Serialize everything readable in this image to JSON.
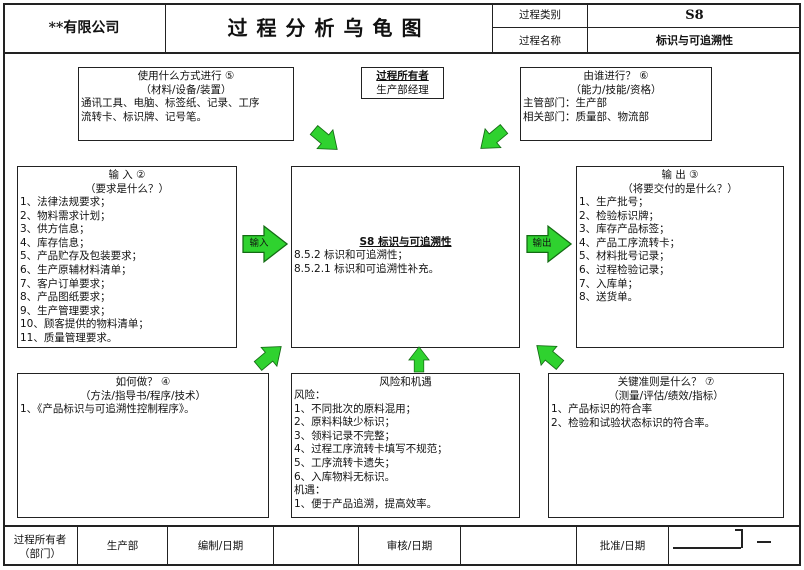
{
  "header": {
    "company": "**有限公司",
    "title": "过程分析乌龟图",
    "process_category_label": "过程类别",
    "process_category_value": "S8",
    "process_name_label": "过程名称",
    "process_name_value": "标识与可追溯性"
  },
  "means": {
    "title": "使用什么方式进行 ⑤",
    "subtitle": "（材料/设备/装置）",
    "lines": [
      "通讯工具、电脑、标签纸、记录、工序",
      "流转卡、标识牌、记号笔。"
    ]
  },
  "owner": {
    "title": "过程所有者",
    "value": "生产部经理"
  },
  "who": {
    "title": "由谁进行？ ⑥",
    "subtitle": "（能力/技能/资格）",
    "lines": [
      "主管部门：生产部",
      "相关部门：质量部、物流部"
    ]
  },
  "input": {
    "title": "输  入 ②",
    "subtitle": "（要求是什么？）",
    "items": [
      "1、法律法规要求；",
      "2、物料需求计划；",
      "3、供方信息；",
      "4、库存信息；",
      "5、产品贮存及包装要求；",
      "6、生产原辅材料清单；",
      "7、客户订单要求；",
      "8、产品图纸要求；",
      "9、生产管理要求；",
      "10、顾客提供的物料清单；",
      "11、质量管理要求。"
    ]
  },
  "center": {
    "title": "S8 标识与可追溯性",
    "lines": [
      "8.5.2 标识和可追溯性；",
      "8.5.2.1 标识和可追溯性补充。"
    ]
  },
  "output": {
    "title": "输  出 ③",
    "subtitle": "（将要交付的是什么？）",
    "items": [
      "1、生产批号；",
      "2、检验标识牌；",
      "3、库存产品标签；",
      "4、产品工序流转卡；",
      "5、材料批号记录；",
      "6、过程检验记录；",
      "7、入库单；",
      "8、送货单。"
    ]
  },
  "arrows": {
    "input_label": "输入",
    "output_label": "输出",
    "color": "#2fd22f"
  },
  "how": {
    "title": "如何做？ ④",
    "subtitle": "（方法/指导书/程序/技术）",
    "lines": [
      "1、《产品标识与可追溯性控制程序》。"
    ]
  },
  "risk": {
    "title": "风险和机遇",
    "lines": [
      "风险：",
      "1、不同批次的原料混用；",
      "2、原料料缺少标识；",
      "3、领料记录不完整；",
      "4、过程工序流转卡填写不规范；",
      "5、工序流转卡遗失；",
      "6、入库物料无标识。",
      "机遇：",
      "1、便于产品追溯，提高效率。"
    ]
  },
  "criteria": {
    "title": "关键准则是什么？ ⑦",
    "subtitle": "（测量/评估/绩效/指标）",
    "lines": [
      "1、产品标识的符合率",
      "2、检验和试验状态标识的符合率。"
    ]
  },
  "footer": {
    "owner_label_1": "过程所有者",
    "owner_label_2": "（部门）",
    "owner_value": "生产部",
    "prepared": "编制/日期",
    "reviewed": "审核/日期",
    "approved": "批准/日期"
  }
}
